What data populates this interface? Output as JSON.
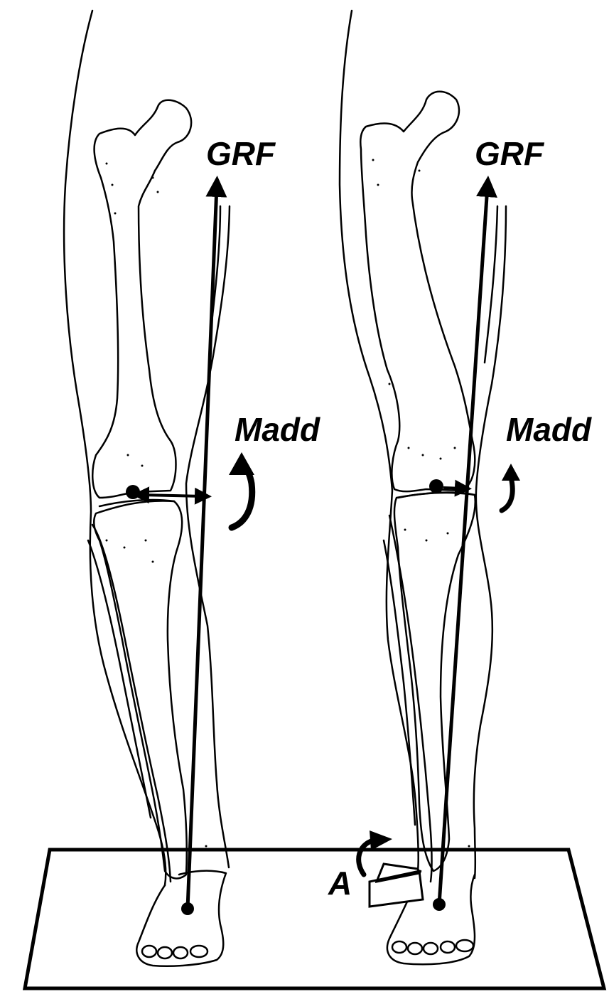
{
  "panels": [
    {
      "id": "left",
      "grf_label": "GRF",
      "moment_label": "Madd"
    },
    {
      "id": "right",
      "grf_label": "GRF",
      "moment_label": "Madd",
      "wedge_label": "A"
    }
  ],
  "colors": {
    "ink": "#000000",
    "background": "#ffffff"
  }
}
